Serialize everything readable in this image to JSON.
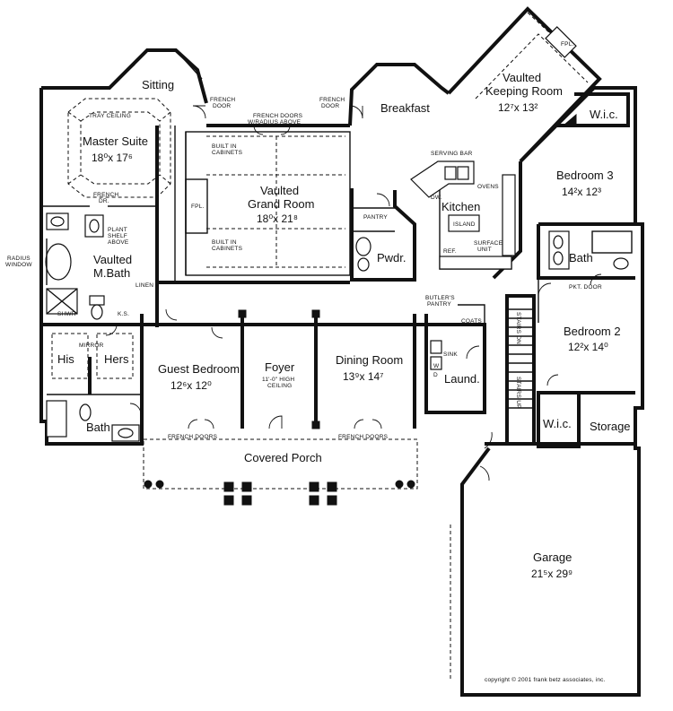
{
  "plan": {
    "rooms": {
      "sitting": "Sitting",
      "master_suite": "Master Suite",
      "master_suite_dim": "18⁰x 17⁶",
      "vaulted_mbath_1": "Vaulted",
      "vaulted_mbath_2": "M.Bath",
      "his": "His",
      "hers": "Hers",
      "bath_left": "Bath",
      "grand_1": "Vaulted",
      "grand_2": "Grand Room",
      "grand_dim": "18⁰x 21⁸",
      "breakfast": "Breakfast",
      "keeping_1": "Vaulted",
      "keeping_2": "Keeping Room",
      "keeping_dim": "12⁷x 13²",
      "kitchen": "Kitchen",
      "pwdr": "Pwdr.",
      "bedroom3": "Bedroom 3",
      "bedroom3_dim": "14²x 12³",
      "wic_top": "W.i.c.",
      "bath_right": "Bath",
      "bedroom2": "Bedroom 2",
      "bedroom2_dim": "12²x 14⁰",
      "wic_bottom": "W.i.c.",
      "storage": "Storage",
      "guest": "Guest Bedroom",
      "guest_dim": "12⁶x 12⁰",
      "foyer": "Foyer",
      "dining": "Dining Room",
      "dining_dim": "13⁹x 14⁷",
      "laund": "Laund.",
      "porch": "Covered Porch",
      "garage": "Garage",
      "garage_dim": "21⁵x 29⁹"
    },
    "notes": {
      "tray_ceiling": "TRAY CEILING",
      "french_door_1": "FRENCH",
      "french_door_2": "DOOR",
      "french_doors_radius_1": "FRENCH DOORS",
      "french_doors_radius_2": "W/RADIUS ABOVE",
      "french_door_b1": "FRENCH",
      "french_door_b2": "DOOR",
      "fpl_keeping": "FPL.",
      "fpl_grand": "FPL.",
      "built_in_1a": "BUILT IN",
      "built_in_1b": "CABINETS",
      "built_in_2a": "BUILT IN",
      "built_in_2b": "CABINETS",
      "french_dr_1": "FRENCH",
      "french_dr_2": "DR.",
      "plant_shelf_1": "PLANT",
      "plant_shelf_2": "SHELF",
      "plant_shelf_3": "ABOVE",
      "radius_window_1": "RADIUS",
      "radius_window_2": "WINDOW",
      "linen": "LINEN",
      "shwr": "SHWR",
      "ks": "K.S.",
      "mirror": "MIRROR",
      "serving_bar": "SERVING BAR",
      "dw": "DW.",
      "ovens": "OVENS",
      "island": "ISLAND",
      "pantry": "PANTRY",
      "ref": "REF.",
      "surface_unit_1": "SURFACE",
      "surface_unit_2": "UNIT",
      "pkt_door": "PKT. DOOR",
      "butlers_pantry_1": "BUTLER'S",
      "butlers_pantry_2": "PANTRY",
      "coats": "COATS",
      "sink": "SINK",
      "stairs_dn": "STAIRS DN.",
      "stairs_up": "STAIRS UP",
      "foyer_ceiling_1": "11'-0\" HIGH",
      "foyer_ceiling_2": "CEILING",
      "french_doors_guest": "FRENCH DOORS",
      "french_doors_dining": "FRENCH DOORS",
      "w_label": "W",
      "d_label": "D",
      "copyright": "copyright © 2001 frank betz associates, inc."
    }
  }
}
